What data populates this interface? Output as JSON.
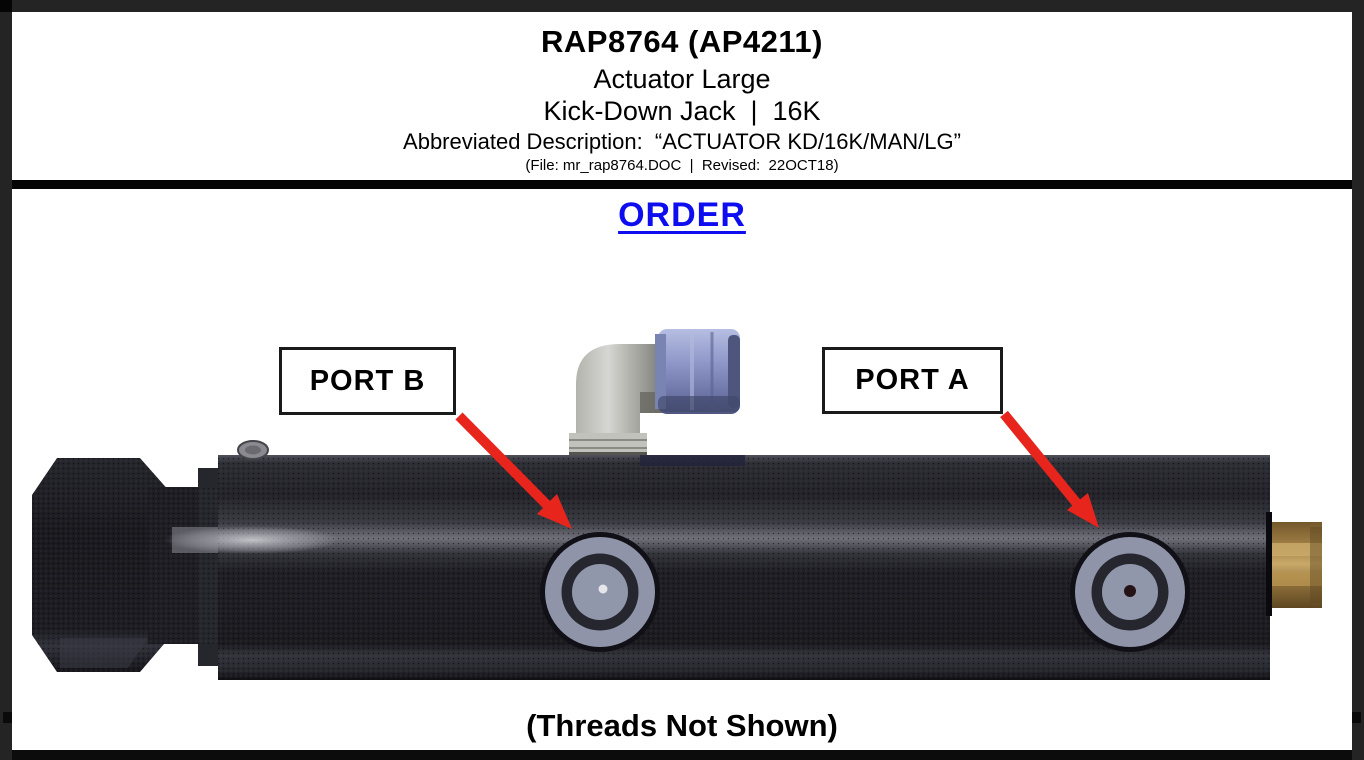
{
  "header": {
    "title": "RAP8764 (AP4211)",
    "line2": "Actuator Large",
    "line3": "Kick-Down Jack  |  16K",
    "line4": "Abbreviated Description:  “ACTUATOR KD/16K/MAN/LG”",
    "line5": "(File: mr_rap8764.DOC  |  Revised:  22OCT18)"
  },
  "body": {
    "order_link": "ORDER",
    "port_b_label": "PORT B",
    "port_a_label": "PORT A",
    "caption": "(Threads Not Shown)"
  },
  "illustration": {
    "description": "Side view of large kick-down jack actuator cylinder with hex end cap on left, brass fitting on right, elbow fitting with blue cap nut on top, and two circular ports (Port B left, Port A right) indicated by red arrows",
    "colors": {
      "link_blue": "#0d0df0",
      "arrow_red": "#e8251d",
      "cylinder_dark": "#1d1d22",
      "port_ring_gray": "#8f94a8",
      "elbow_gray": "#c6c6c2",
      "cap_nut_blue": "#8e97c8",
      "brass": "#9a7a42",
      "frame_border": "#242424"
    }
  }
}
